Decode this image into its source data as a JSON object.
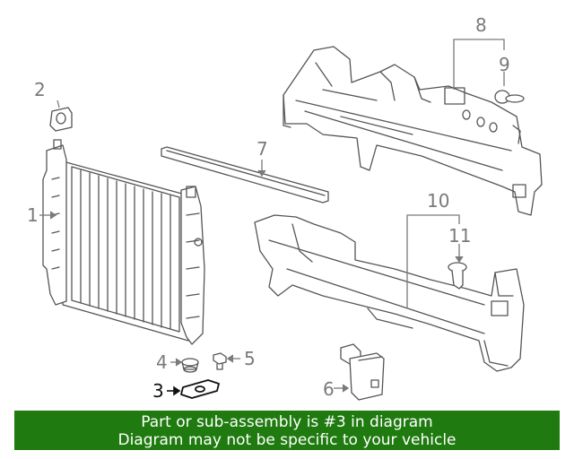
{
  "callouts": {
    "c1": "1",
    "c2": "2",
    "c3": "3",
    "c4": "4",
    "c5": "5",
    "c6": "6",
    "c7": "7",
    "c8": "8",
    "c9": "9",
    "c10": "10",
    "c11": "11"
  },
  "highlighted_part": "3",
  "banner": {
    "line1": "Part or sub-assembly is #3 in diagram",
    "line2": "Diagram may not be specific to your vehicle",
    "color": "#1f7a0f"
  }
}
